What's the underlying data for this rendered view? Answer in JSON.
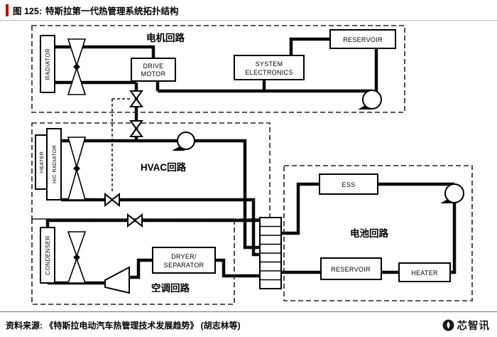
{
  "header": {
    "figure_label": "图 125:",
    "title": "特斯拉第一代热管理系统拓扑结构"
  },
  "footer": {
    "source": "资料来源: 《特斯拉电动汽车热管理技术发展趋势》 (胡志林等)",
    "logo_text": "芯智讯"
  },
  "colors": {
    "accent_red": "#c00000",
    "line_black": "#0a0a0a"
  },
  "loops": {
    "motor_label": "电机回路",
    "hvac_label": "HVAC回路",
    "ac_label": "空调回路",
    "battery_label": "电池回路"
  },
  "components": {
    "radiator": "RADIATOR",
    "drive_motor_l1": "DRIVE",
    "drive_motor_l2": "MOTOR",
    "system_electronics_l1": "SYSTEM",
    "system_electronics_l2": "ELECTRONICS",
    "reservoir_motor": "RESERVOIR",
    "heater_hvac": "HEATER",
    "hc_radiator": "H/C RADIATOR",
    "condenser": "CONDENSER",
    "dryer_l1": "DRYER/",
    "dryer_l2": "SEPARATOR",
    "ess": "ESS",
    "reservoir_battery": "RESERVOIR",
    "heater_battery": "HEATER"
  }
}
